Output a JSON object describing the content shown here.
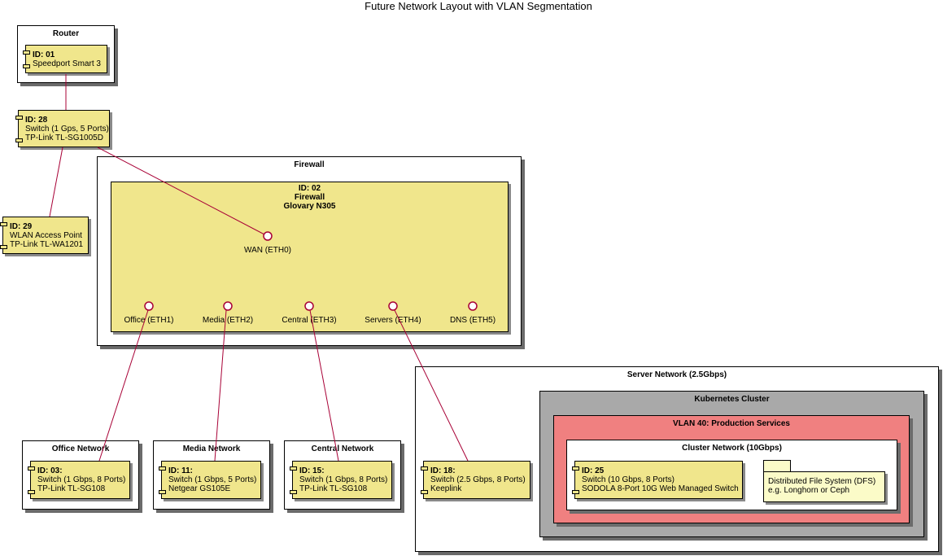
{
  "title": "Future Network Layout with VLAN Segmentation",
  "colors": {
    "component_fill": "#f0e68c",
    "link_line": "#a80036",
    "interface_fill": "#ffffff",
    "kubernetes_cluster_fill": "#a9a9a9",
    "vlan_fill": "#f08080",
    "note_fill": "#fbfbc8"
  },
  "packages": {
    "router": "Router",
    "firewall": "Firewall",
    "server_network": "Server Network (2.5Gbps)",
    "kubernetes_cluster": "Kubernetes Cluster",
    "vlan40": "VLAN 40: Production Services",
    "cluster_network": "Cluster Network (10Gbps)",
    "office_network": "Office Network",
    "media_network": "Media Network",
    "central_network": "Central Network"
  },
  "components": {
    "router": {
      "id": "ID: 01",
      "lines": [
        "Speedport Smart 3"
      ]
    },
    "switch28": {
      "id": "ID: 28",
      "lines": [
        "Switch (1 Gps, 5 Ports)",
        "TP-Link TL-SG1005D"
      ]
    },
    "ap29": {
      "id": "ID: 29",
      "lines": [
        "WLAN Access Point",
        "TP-Link TL-WA1201"
      ]
    },
    "firewall": {
      "id": "ID: 02",
      "lines": [
        "Firewall",
        "Glovary N305"
      ]
    },
    "office": {
      "id": "ID: 03:",
      "lines": [
        "Switch (1 Gbps, 8 Ports)",
        "TP-Link TL-SG108"
      ]
    },
    "media": {
      "id": "ID: 11:",
      "lines": [
        "Switch (1 Gbps, 5 Ports)",
        "Netgear GS105E"
      ]
    },
    "central": {
      "id": "ID: 15:",
      "lines": [
        "Switch (1 Gbps, 8 Ports)",
        "TP-Link TL-SG108"
      ]
    },
    "server18": {
      "id": "ID: 18:",
      "lines": [
        "Switch (2.5 Gbps, 8 Ports)",
        "Keeplink"
      ]
    },
    "switch25": {
      "id": "ID: 25",
      "lines": [
        "Switch (10 Gbps, 8 Ports)",
        "SODOLA 8-Port 10G Web Managed Switch"
      ]
    }
  },
  "interfaces": {
    "wan": "WAN (ETH0)",
    "office": "Office (ETH1)",
    "media": "Media (ETH2)",
    "central": "Central (ETH3)",
    "servers": "Servers (ETH4)",
    "dns": "DNS (ETH5)"
  },
  "note": {
    "lines": [
      "Distributed File System (DFS)",
      "e.g. Longhorn or Ceph"
    ]
  }
}
